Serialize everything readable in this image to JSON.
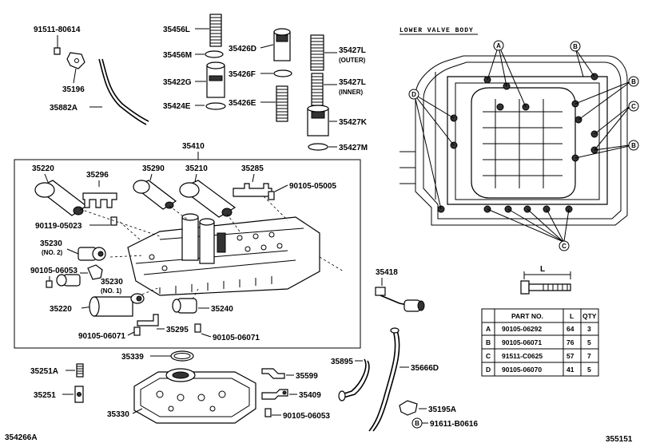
{
  "labels": {
    "p91511_80614": "91511-80614",
    "p35196": "35196",
    "p35882A": "35882A",
    "p35456L": "35456L",
    "p35456M": "35456M",
    "p35422G": "35422G",
    "p35424E": "35424E",
    "p35426D": "35426D",
    "p35426F": "35426F",
    "p35426E": "35426E",
    "p35427L_outer": "35427L",
    "outer": "(OUTER)",
    "p35427L_inner": "35427L",
    "inner": "(INNER)",
    "p35427K": "35427K",
    "p35427M": "35427M",
    "p35410": "35410",
    "p35220a": "35220",
    "p35296": "35296",
    "p35290": "35290",
    "p35210": "35210",
    "p35285": "35285",
    "p90105_05005": "90105-05005",
    "p90119_05023": "90119-05023",
    "p35230a": "35230",
    "no2": "(NO. 2)",
    "p90105_06053a": "90105-06053",
    "p35230b": "35230",
    "no1": "(NO. 1)",
    "p35220b": "35220",
    "p35240": "35240",
    "p90105_06071a": "90105-06071",
    "p35295": "35295",
    "p90105_06071b": "90105-06071",
    "p35418": "35418",
    "p35251A": "35251A",
    "p35251": "35251",
    "p35339": "35339",
    "p35330": "35330",
    "p35599": "35599",
    "p35409": "35409",
    "p90105_06053b": "90105-06053",
    "p35895": "35895",
    "p35666D": "35666D",
    "p35195A": "35195A",
    "p91611_B0616": "91611-B0616",
    "bottom_left_code": "354266A",
    "bottom_right_code": "355151",
    "lower_valve_body": "LOWER VALVE BODY",
    "dim_L": "L"
  },
  "callouts": [
    "A",
    "B",
    "C",
    "D"
  ],
  "bolt_table": {
    "headers": [
      "",
      "PART NO.",
      "L",
      "QTY"
    ],
    "rows": [
      {
        "key": "A",
        "part_no": "90105-06292",
        "l": "64",
        "qty": "3"
      },
      {
        "key": "B",
        "part_no": "90105-06071",
        "l": "76",
        "qty": "5"
      },
      {
        "key": "C",
        "part_no": "91511-C0625",
        "l": "57",
        "qty": "7"
      },
      {
        "key": "D",
        "part_no": "90105-06070",
        "l": "41",
        "qty": "5"
      }
    ]
  },
  "colors": {
    "ink": "#000000",
    "fill_dark": "#333333",
    "paper": "#ffffff"
  }
}
